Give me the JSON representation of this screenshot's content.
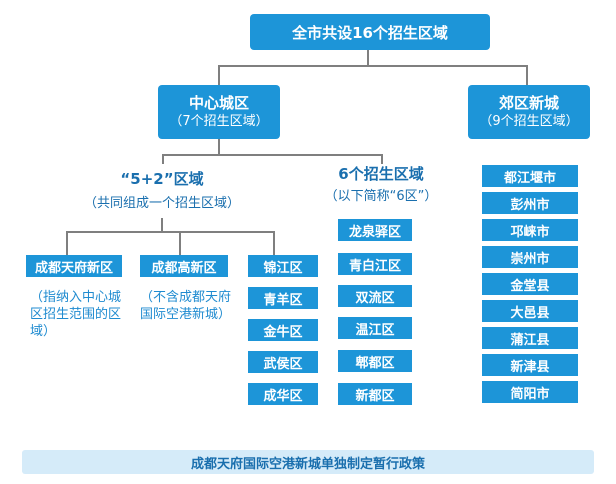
{
  "root": {
    "label": "全市共设16个招生区域"
  },
  "center": {
    "title": "中心城区",
    "subtitle": "（7个招生区域）",
    "group52": {
      "title": "“5+2”区域",
      "subtitle": "（共同组成一个招生区域）",
      "tianfu": {
        "label": "成都天府新区",
        "note": "（指纳入中心城区招生范围的区域）"
      },
      "gaoxin": {
        "label": "成都高新区",
        "note": "（不含成都天府国际空港新城）"
      },
      "districts": [
        "锦江区",
        "青羊区",
        "金牛区",
        "武侯区",
        "成华区"
      ]
    },
    "group6": {
      "title": "6个招生区域",
      "subtitle": "（以下简称“6区”）",
      "districts": [
        "龙泉驿区",
        "青白江区",
        "双流区",
        "温江区",
        "郫都区",
        "新都区"
      ]
    }
  },
  "suburb": {
    "title": "郊区新城",
    "subtitle": "（9个招生区域）",
    "districts": [
      "都江堰市",
      "彭州市",
      "邛崃市",
      "崇州市",
      "金堂县",
      "大邑县",
      "蒲江县",
      "新津县",
      "简阳市"
    ]
  },
  "footer": {
    "label": "成都天府国际空港新城单独制定暂行政策"
  },
  "colors": {
    "primary": "#1d95d8",
    "banner_bg": "#d5ebf9",
    "text_dark": "#1a6fae",
    "connector": "#7f7f7f"
  }
}
